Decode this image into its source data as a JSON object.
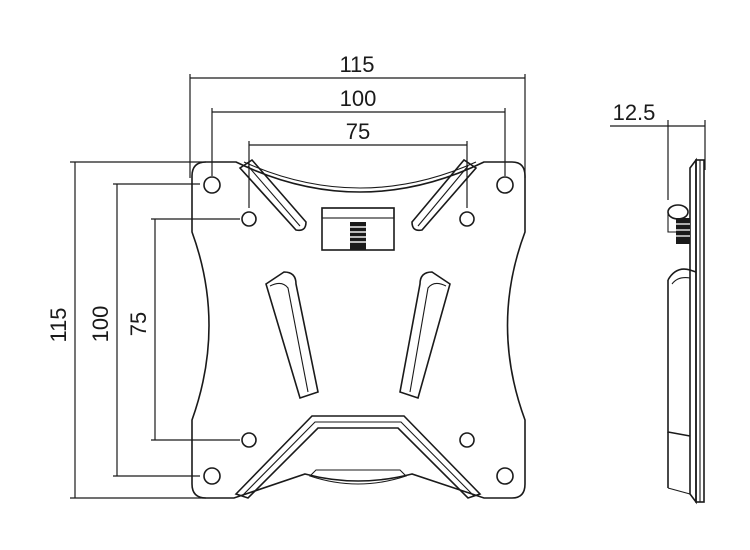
{
  "dimensions": {
    "width_outer": "115",
    "width_mid": "100",
    "width_inner": "75",
    "height_outer": "115",
    "height_mid": "100",
    "height_inner": "75",
    "depth": "12.5"
  }
}
